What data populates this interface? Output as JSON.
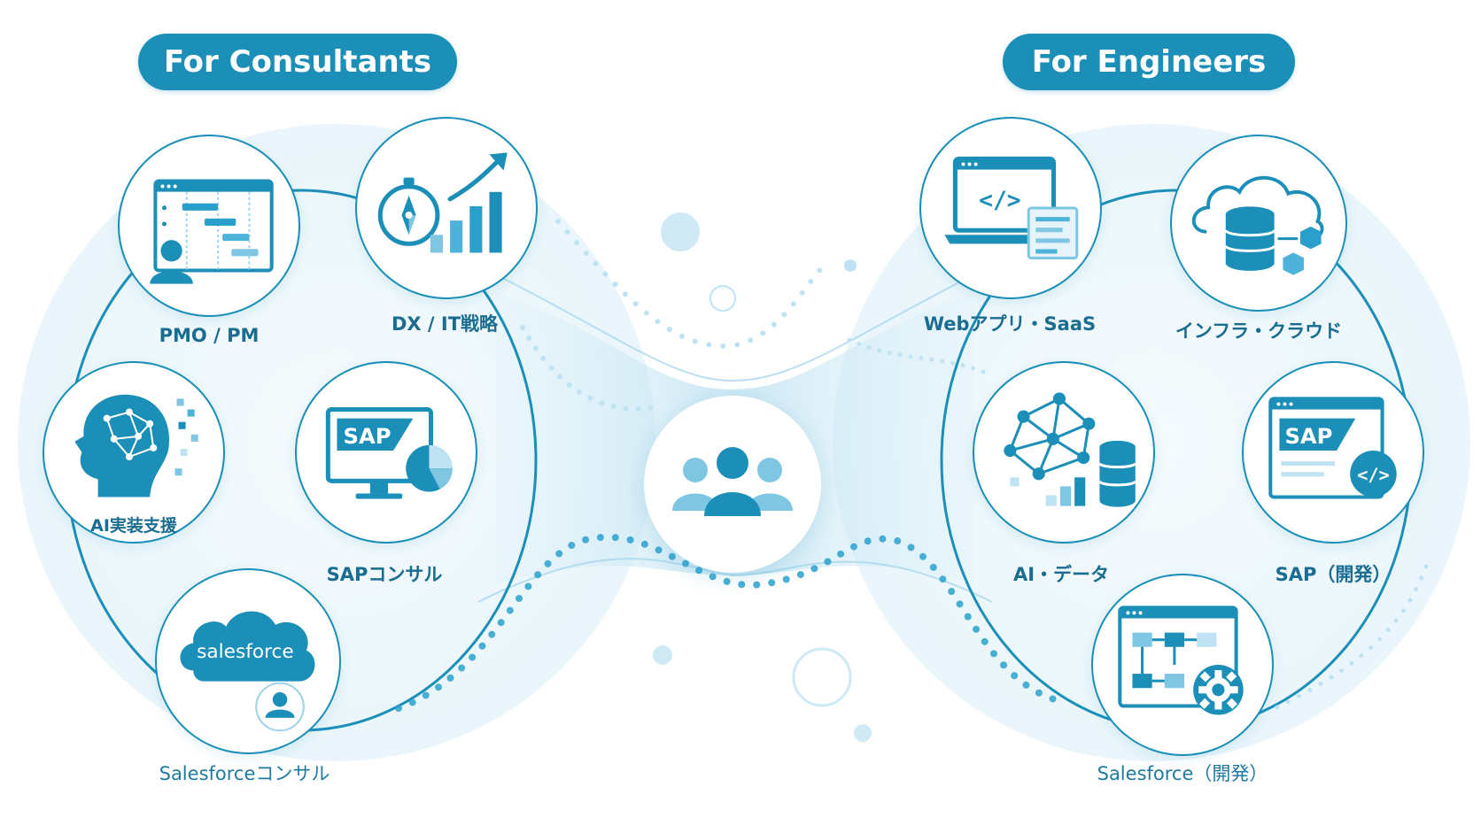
{
  "headers": {
    "consultants": "For Consultants",
    "engineers": "For Engineers"
  },
  "consultants": {
    "pmo": {
      "label": "PMO / PM",
      "icon": "gantt-chart-person-icon"
    },
    "dx": {
      "label": "DX / IT戦略",
      "icon": "compass-growth-chart-icon"
    },
    "ai": {
      "label": "AI実装支援",
      "icon": "ai-brain-head-icon"
    },
    "sap": {
      "label": "SAPコンサル",
      "icon": "sap-monitor-pie-icon",
      "logo_text": "SAP"
    },
    "salesforce": {
      "label": "Salesforceコンサル",
      "icon": "salesforce-cloud-person-icon",
      "logo_text": "salesforce"
    }
  },
  "engineers": {
    "web": {
      "label": "Webアプリ・SaaS",
      "icon": "laptop-code-icon",
      "code_text": "</>"
    },
    "infra": {
      "label": "インフラ・クラウド",
      "icon": "cloud-database-icon"
    },
    "aidata": {
      "label": "AI・データ",
      "icon": "network-database-icon"
    },
    "sapdev": {
      "label": "SAP（開発）",
      "icon": "sap-window-code-icon",
      "logo_text": "SAP",
      "code_text": "</>"
    },
    "sfdev": {
      "label": "Salesforce（開発）",
      "icon": "flow-diagram-gear-icon"
    }
  },
  "center": {
    "icon": "people-group-icon"
  },
  "colors": {
    "primary": "#1b8fb8",
    "dark": "#1a6d90",
    "light": "#7fc6e2",
    "pale": "#e6f4fa"
  }
}
